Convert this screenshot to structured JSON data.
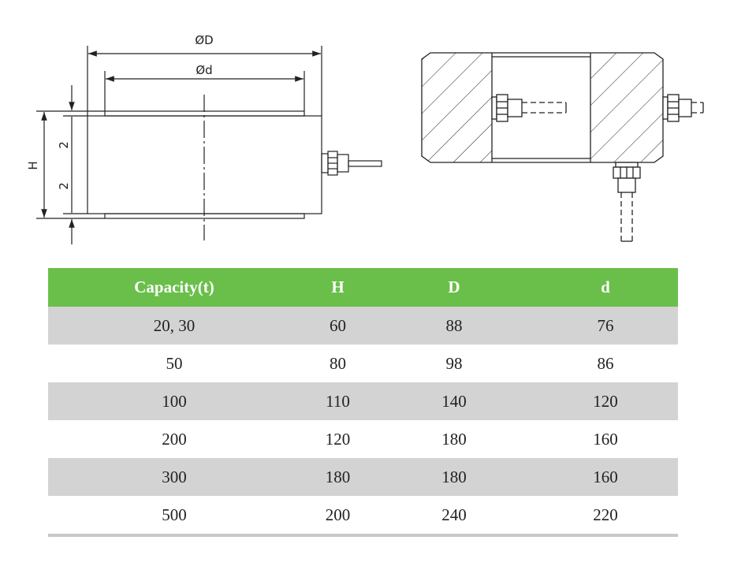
{
  "drawing": {
    "labels": {
      "outer_diameter": "ØD",
      "inner_diameter": "Ød",
      "height": "H",
      "step_top": "2",
      "step_bottom": "2"
    }
  },
  "table": {
    "headers": [
      "Capacity(t)",
      "H",
      "D",
      "d"
    ],
    "rows": [
      [
        "20, 30",
        "60",
        "88",
        "76"
      ],
      [
        "50",
        "80",
        "98",
        "86"
      ],
      [
        "100",
        "110",
        "140",
        "120"
      ],
      [
        "200",
        "120",
        "180",
        "160"
      ],
      [
        "300",
        "180",
        "180",
        "160"
      ],
      [
        "500",
        "200",
        "240",
        "220"
      ]
    ],
    "colors": {
      "header_bg": "#6abf4b",
      "shade_bg": "#d3d3d3"
    }
  }
}
